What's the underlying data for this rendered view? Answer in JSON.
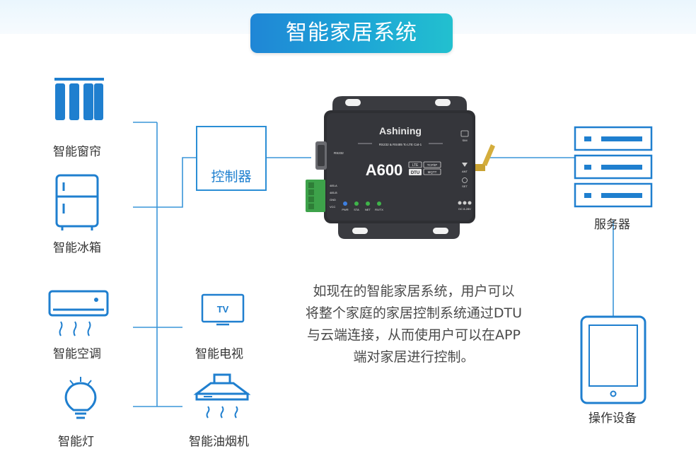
{
  "title": "智能家居系统",
  "controller": {
    "label": "控制器"
  },
  "devices": {
    "curtain": "智能窗帘",
    "fridge": "智能冰箱",
    "aircon": "智能空调",
    "lamp": "智能灯",
    "tv": "智能电视",
    "hood": "智能油烟机"
  },
  "tv_icon_text": "TV",
  "dtu": {
    "brand": "Ashining",
    "subtitle": "RS232 & RS485 To LTE Cat-1",
    "model": "A600",
    "tag1": "LTE",
    "tag2": "DTU",
    "tag3": "TCP/IP",
    "tag4": "MQTT",
    "port_label": "RS232",
    "terminals": [
      "485-A",
      "485-B",
      "GND",
      "VCC"
    ],
    "leds": [
      "PWR",
      "STA",
      "NET",
      "RX/TX"
    ],
    "right_labels": [
      "SIM",
      "ANT",
      "SET",
      "DC 8-28V"
    ]
  },
  "server": {
    "label": "服务器"
  },
  "operator": {
    "label": "操作设备"
  },
  "description": [
    "如现在的智能家居系统，用户可以",
    "将整个家庭的家居控制系统通过DTU",
    "与云端连接，从而使用户可以在APP",
    "端对家居进行控制。"
  ],
  "colors": {
    "accent": "#2b8ed5",
    "title_start": "#1f86d6",
    "title_end": "#22c0cf",
    "device_body": "#2e2f33",
    "terminal_green": "#3da24a"
  }
}
